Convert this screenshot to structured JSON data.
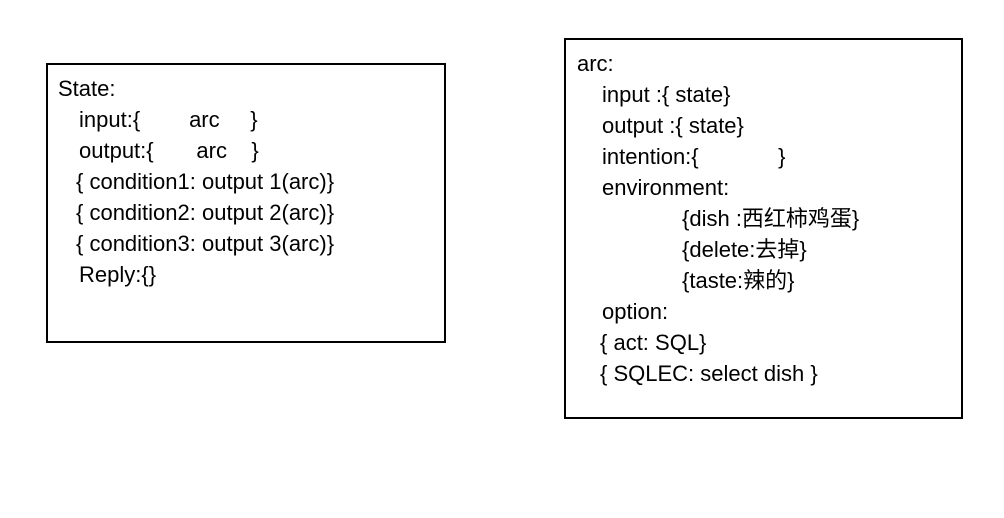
{
  "diagram": {
    "background_color": "#ffffff",
    "border_color": "#000000",
    "text_color": "#000000"
  },
  "state_panel": {
    "title": "State:",
    "lines": [
      "State:",
      "input:{        arc     }",
      "output:{       arc    }",
      "{ condition1: output 1(arc)}",
      "{ condition2: output 2(arc)}",
      "{ condition3: output 3(arc)}",
      "Reply:{}"
    ],
    "line_0": "State:",
    "line_1": "input:{        arc     }",
    "line_2": "output:{       arc    }",
    "line_3": "{ condition1: output 1(arc)}",
    "line_4": "{ condition2: output 2(arc)}",
    "line_5": "{ condition3: output 3(arc)}",
    "line_6": "Reply:{}"
  },
  "arc_panel": {
    "title": "arc:",
    "lines": [
      "arc:",
      "input :{ state}",
      "output :{ state}",
      "intention:{             }",
      "environment:",
      "{dish :西红柿鸡蛋}",
      "{delete:去掉}",
      "{taste:辣的}",
      "option:",
      "{ act: SQL}",
      "{ SQLEC: select dish }"
    ],
    "line_0": "arc:",
    "line_1": "input :{ state}",
    "line_2": "output :{ state}",
    "line_3": "intention:{             }",
    "line_4": "environment:",
    "line_5": "{dish :西红柿鸡蛋}",
    "line_6": "{delete:去掉}",
    "line_7": "{taste:辣的}",
    "line_8": "option:",
    "line_9": "{ act: SQL}",
    "line_10": "{ SQLEC: select dish }"
  }
}
